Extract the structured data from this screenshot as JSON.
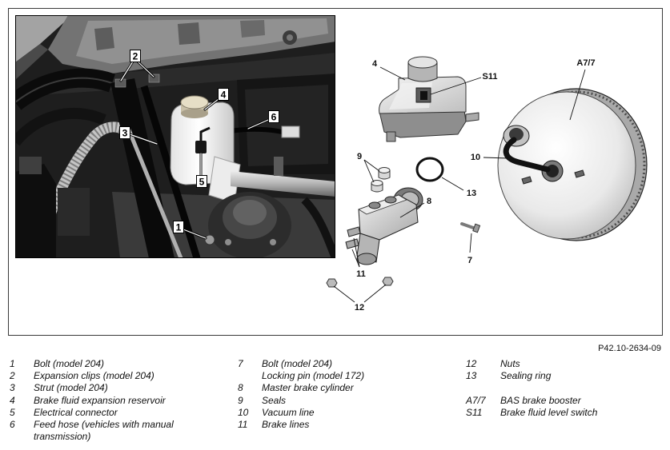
{
  "figure": {
    "reference_code": "P42.10-2634-09",
    "photo_callouts": [
      "2",
      "4",
      "6",
      "3",
      "5",
      "1"
    ],
    "drawing_callouts": [
      "4",
      "S11",
      "A7/7",
      "9",
      "10",
      "13",
      "8",
      "7",
      "11",
      "12"
    ]
  },
  "legend": {
    "columns": [
      [
        {
          "key": "1",
          "lines": [
            "Bolt (model 204)"
          ]
        },
        {
          "key": "2",
          "lines": [
            "Expansion clips (model 204)"
          ]
        },
        {
          "key": "3",
          "lines": [
            "Strut (model 204)"
          ]
        },
        {
          "key": "4",
          "lines": [
            "Brake fluid expansion reservoir"
          ]
        },
        {
          "key": "5",
          "lines": [
            "Electrical connector"
          ]
        },
        {
          "key": "6",
          "lines": [
            "Feed hose (vehicles with manual",
            "transmission)"
          ]
        }
      ],
      [
        {
          "key": "7",
          "lines": [
            "Bolt (model 204)",
            "Locking pin (model 172)"
          ]
        },
        {
          "key": "8",
          "lines": [
            "Master brake cylinder"
          ]
        },
        {
          "key": "9",
          "lines": [
            "Seals"
          ]
        },
        {
          "key": "10",
          "lines": [
            "Vacuum line"
          ]
        },
        {
          "key": "11",
          "lines": [
            "Brake lines"
          ]
        }
      ],
      [
        {
          "key": "12",
          "lines": [
            "Nuts"
          ]
        },
        {
          "key": "13",
          "lines": [
            "Sealing ring"
          ]
        },
        {
          "key": "A7/7",
          "lines": [
            "BAS brake booster"
          ]
        },
        {
          "key": "S11",
          "lines": [
            "Brake fluid level switch"
          ]
        }
      ]
    ]
  }
}
